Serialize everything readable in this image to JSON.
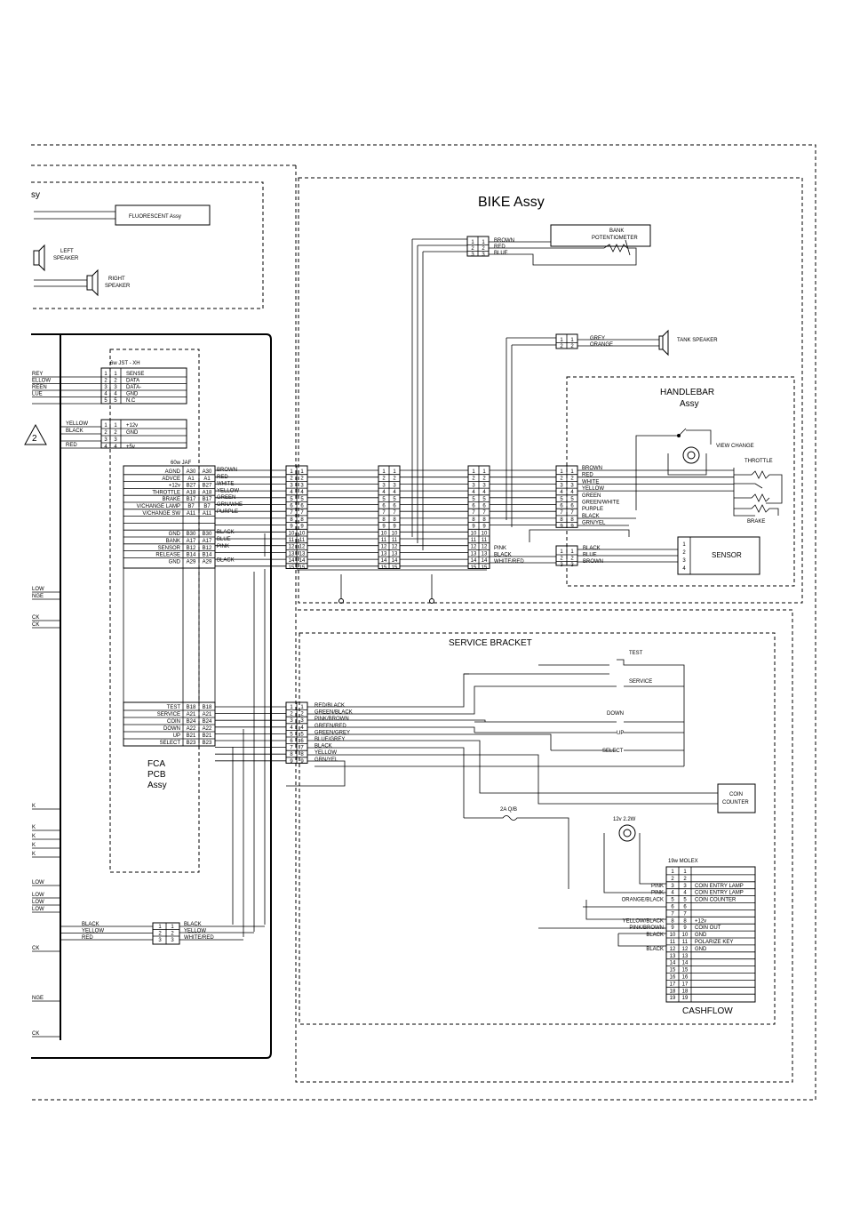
{
  "sections": {
    "bike_title": "BIKE Assy",
    "handlebar_title_1": "HANDLEBAR",
    "handlebar_title_2": "Assy",
    "service_title": "SERVICE BRACKET",
    "cashflow_title": "CASHFLOW",
    "fca_line1": "FCA",
    "fca_line2": "PCB",
    "fca_line3": "Assy",
    "speaker_assy_partial": "sy",
    "triangle_number": "2"
  },
  "components": {
    "fluorescent": "FLUORESCENT Assy",
    "left_speaker_1": "LEFT",
    "left_speaker_2": "SPEAKER",
    "right_speaker_1": "RIGHT",
    "right_speaker_2": "SPEAKER",
    "bank_pot_1": "BANK",
    "bank_pot_2": "POTENTIOMETER",
    "tank_speaker": "TANK SPEAKER",
    "view_change": "VIEW CHANGE",
    "throttle": "THROTTLE",
    "brake": "BRAKE",
    "sensor": "SENSOR",
    "coin_counter_1": "COIN",
    "coin_counter_2": "COUNTER",
    "fuse": "2A Q/B",
    "lamp": "12v 2.2W",
    "molex_header": "19w MOLEX",
    "jst_header": "6w JST - XH",
    "jaf_header": "60w JAF"
  },
  "jst_top": {
    "pins": [
      "1",
      "2",
      "3",
      "4",
      "5"
    ],
    "signals": [
      "SENSE",
      "DATA",
      "DATA-",
      "GND",
      "N.C"
    ],
    "left_wires": [
      "REY",
      "ELLOW",
      "REEN",
      "LUE",
      ""
    ]
  },
  "jst_bottom": {
    "pins": [
      "1",
      "2",
      "3",
      "4"
    ],
    "signals": [
      "+12v",
      "GND",
      "",
      "+5v"
    ],
    "wires": [
      "YELLOW",
      "BLACK",
      "",
      "RED"
    ]
  },
  "fca_top": {
    "signals": [
      "AGND",
      "ADVCE",
      "+12v",
      "THROTTLE",
      "BRAKE",
      "V/CHANGE LAMP",
      "V/CHANGE SW",
      "",
      "",
      "GND",
      "BANK",
      "SENSOR",
      "RELEASE",
      "GND"
    ],
    "pins_a": [
      "A30",
      "A1",
      "B27",
      "A18",
      "B17",
      "B7",
      "A11",
      "",
      "",
      "B30",
      "A17",
      "B12",
      "B14",
      "A29"
    ],
    "pins_b": [
      "A30",
      "A1",
      "B27",
      "A18",
      "B17",
      "B7",
      "A11",
      "",
      "",
      "B30",
      "A17",
      "B12",
      "B14",
      "A29"
    ],
    "wires": [
      "BROWN",
      "RED",
      "WHITE",
      "YELLOW",
      "GREEN",
      "GRN/WHE",
      "PURPLE",
      "",
      "",
      "BLACK",
      "BLUE",
      "PINK",
      "",
      "BLACK"
    ]
  },
  "fca_service": {
    "signals": [
      "TEST",
      "SERVICE",
      "COIN",
      "DOWN",
      "UP",
      "SELECT"
    ],
    "pins_a": [
      "B18",
      "A21",
      "B24",
      "A22",
      "B21",
      "B23"
    ],
    "pins_b": [
      "B18",
      "A21",
      "B24",
      "A22",
      "B21",
      "B23"
    ]
  },
  "connector_pins": [
    "1",
    "2",
    "3",
    "4",
    "5",
    "6",
    "7",
    "8",
    "9",
    "10",
    "11",
    "12",
    "13",
    "14",
    "15"
  ],
  "bank_connector": {
    "pins": [
      "1",
      "2",
      "3"
    ],
    "wires": [
      "BROWN",
      "RED",
      "BLUE"
    ]
  },
  "tank_connector": {
    "pins": [
      "1",
      "2"
    ],
    "wires": [
      "GREY",
      "ORANGE"
    ]
  },
  "handlebar_wires": [
    "BROWN",
    "RED",
    "WHITE",
    "YELLOW",
    "GREEN",
    "GREEN/WHITE",
    "PURPLE",
    "BLACK",
    "GRN/YEL"
  ],
  "sensor_connector": {
    "left_wires": [
      "PINK",
      "BLACK",
      "WHITE/RED"
    ],
    "right_wires": [
      "BLACK",
      "BLUE",
      "BROWN"
    ],
    "pins": [
      "1",
      "2",
      "3"
    ],
    "sensor_pins": [
      "1",
      "2",
      "3",
      "4"
    ]
  },
  "service_connector": {
    "pins": [
      "1",
      "2",
      "3",
      "4",
      "5",
      "6",
      "7",
      "8",
      "9"
    ],
    "wires": [
      "RED/BLACK",
      "GREEN/BLACK",
      "PINK/BROWN",
      "GREEN/RED",
      "GREEN/GREY",
      "BLUE/GREY",
      "BLACK",
      "YELLOW",
      "GRN/YEL"
    ]
  },
  "switches": [
    "TEST",
    "SERVICE",
    "DOWN",
    "UP",
    "SELECT"
  ],
  "power_connector": {
    "pins": [
      "1",
      "2",
      "3"
    ],
    "left_wires": [
      "BLACK",
      "YELLOW",
      "RED"
    ],
    "right_wires": [
      "BLACK",
      "YELLOW",
      "WHITE/RED"
    ]
  },
  "molex": {
    "pins": [
      "1",
      "2",
      "3",
      "4",
      "5",
      "6",
      "7",
      "8",
      "9",
      "10",
      "11",
      "12",
      "13",
      "14",
      "15",
      "16",
      "17",
      "18",
      "19"
    ],
    "signals": [
      "",
      "",
      "COIN ENTRY LAMP",
      "COIN ENTRY LAMP",
      "COIN COUNTER",
      "",
      "",
      "+12v",
      "COIN OUT",
      "GND",
      "POLARIZE KEY",
      "GND",
      "",
      "",
      "",
      "",
      "",
      "",
      ""
    ],
    "left_wires": [
      "",
      "",
      "PINK",
      "PINK",
      "ORANGE/BLACK",
      "",
      "",
      "YELLOW/BLACK",
      "PINK/BROWN",
      "BLACK",
      "",
      "BLACK",
      "",
      "",
      "",
      "",
      "",
      "",
      ""
    ]
  },
  "left_edge_labels": [
    "LOW",
    "NGE",
    "CK",
    "CK",
    "K",
    "K",
    "K",
    "K",
    "K",
    "LOW",
    "LOW",
    "LOW",
    "LOW",
    "CK",
    "NGE",
    "CK"
  ]
}
